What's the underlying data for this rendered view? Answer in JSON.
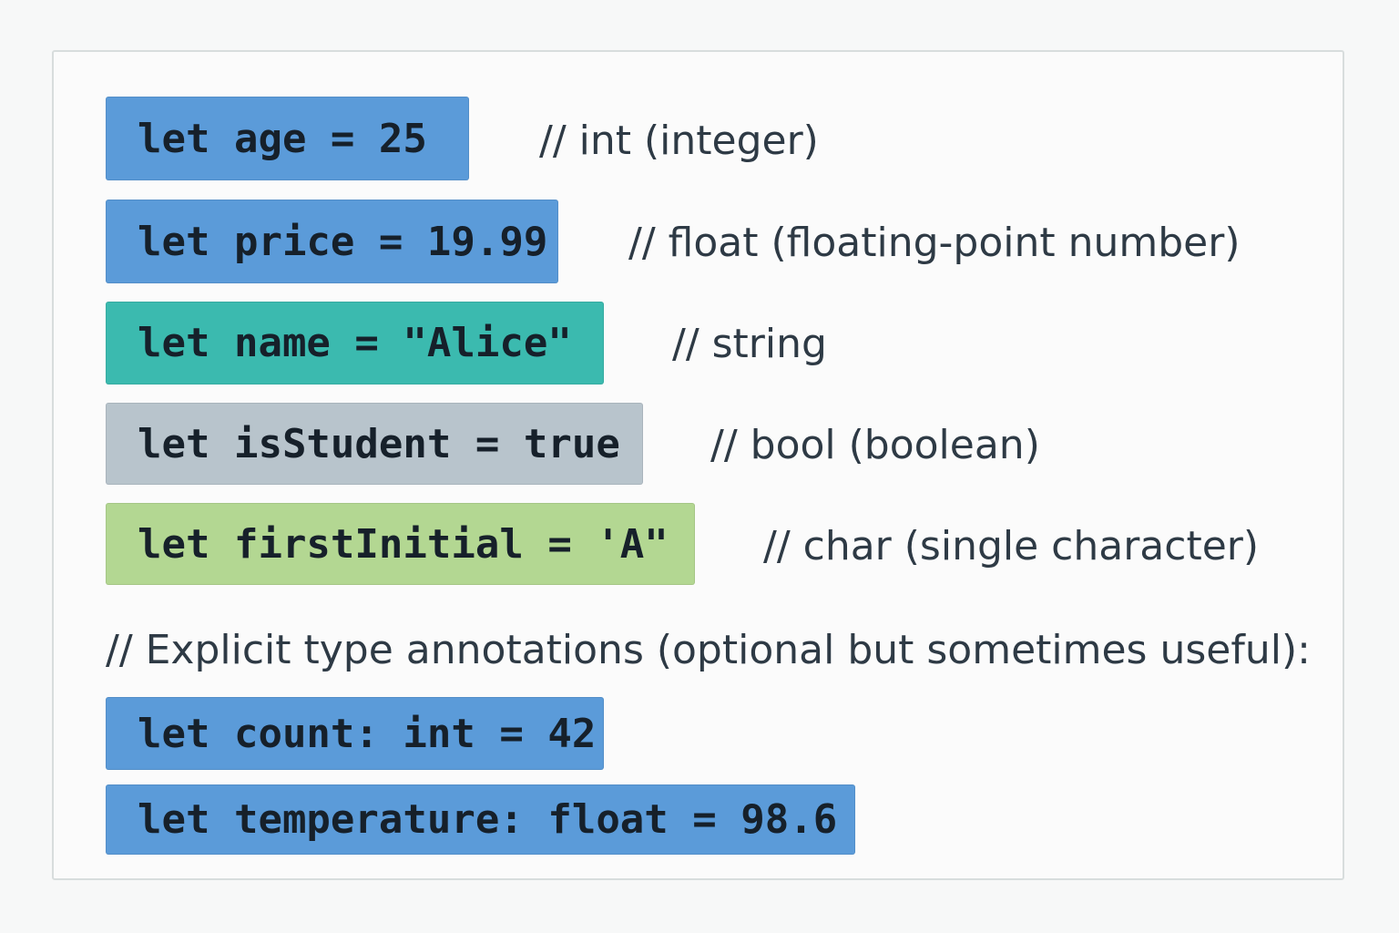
{
  "colors": {
    "blue": "#5b9bd9",
    "teal": "#3bbaaf",
    "gray": "#b8c4cc",
    "green": "#b3d792",
    "text": "#16202a",
    "comment": "#2e3a45"
  },
  "rows": [
    {
      "code": "let age = 25",
      "comment": "// int (integer)",
      "color": "blue"
    },
    {
      "code": "let price = 19.99",
      "comment": "// float (floating-point number)",
      "color": "blue"
    },
    {
      "code": "let name = \"Alice\"",
      "comment": "// string",
      "color": "teal"
    },
    {
      "code": "let isStudent = true",
      "comment": "// bool (boolean)",
      "color": "gray"
    },
    {
      "code": "let firstInitial = 'A\"",
      "comment": "// char (single character)",
      "color": "green"
    }
  ],
  "section_comment": "// Explicit type annotations (optional but sometimes useful):",
  "annotated": [
    {
      "code": "let count: int = 42",
      "color": "blue"
    },
    {
      "code": "let temperature: float = 98.6",
      "color": "blue"
    }
  ]
}
